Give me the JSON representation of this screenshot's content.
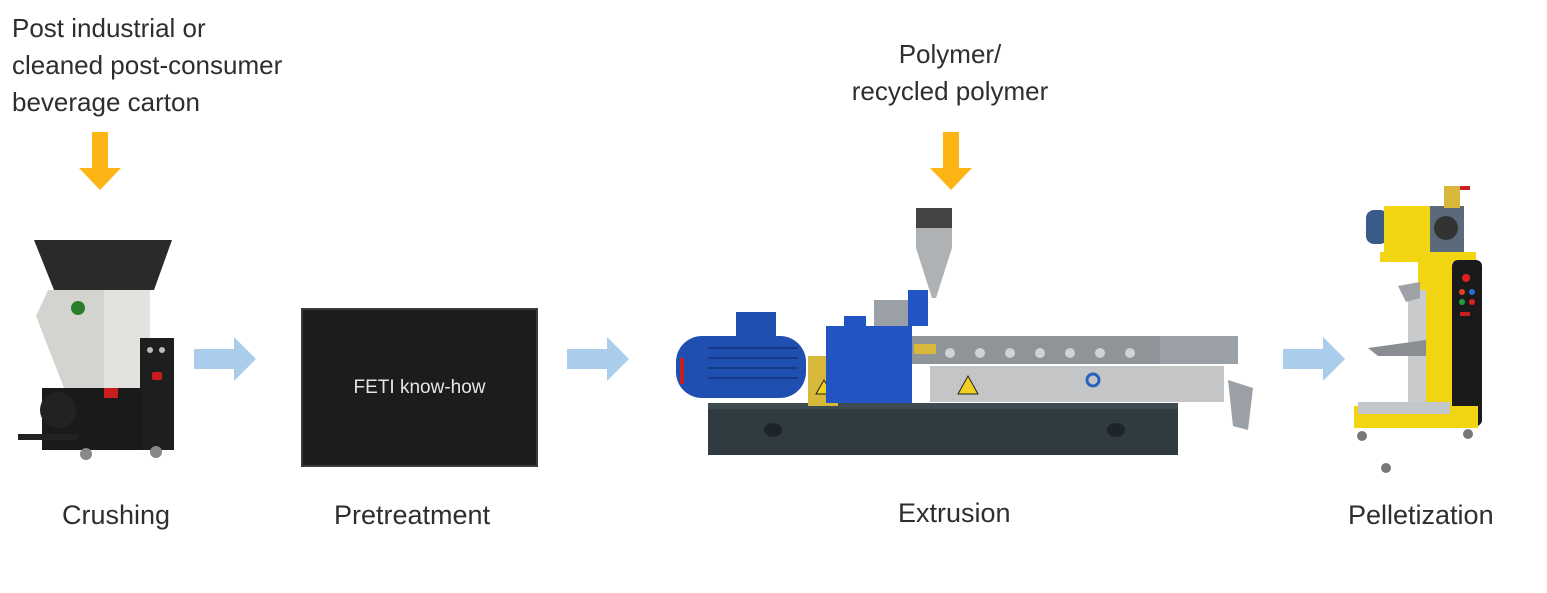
{
  "inputs": {
    "carton": {
      "lines": [
        "Post industrial or",
        "cleaned post-consumer",
        "beverage carton"
      ]
    },
    "polymer": {
      "lines": [
        "Polymer/",
        "recycled polymer"
      ]
    }
  },
  "steps": [
    {
      "label": "Crushing",
      "image": "granulator-crusher-machine"
    },
    {
      "label": "Pretreatment",
      "box_text": "FETI know-how"
    },
    {
      "label": "Extrusion",
      "image": "twin-screw-extruder-machine"
    },
    {
      "label": "Pelletization",
      "image": "strand-pelletizer-machine"
    }
  ],
  "colors": {
    "input_arrow": "#FDB515",
    "flow_arrow": "#A9CDEB",
    "pretreat_box": "#1C1C1C",
    "text": "#2E2E2E"
  }
}
